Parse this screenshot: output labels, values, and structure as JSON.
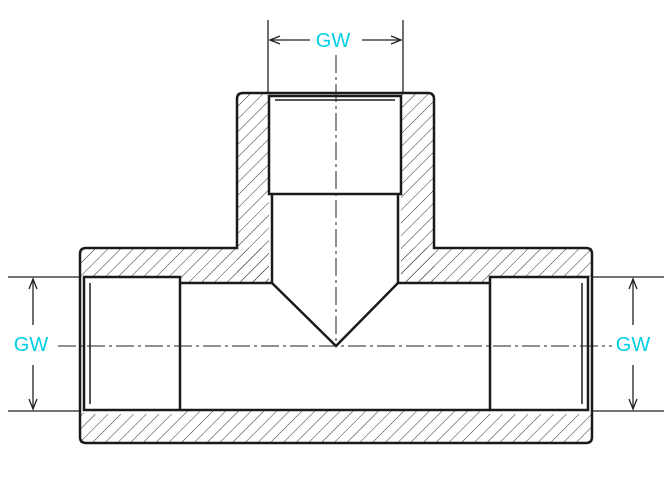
{
  "diagram": {
    "dimension_labels": {
      "top": "GW",
      "left": "GW",
      "right": "GW"
    },
    "colors": {
      "outline": "#1a1a1a",
      "hatch": "#333333",
      "dimension_line": "#222222",
      "label": "#00d0e6",
      "background": "#ffffff"
    }
  }
}
